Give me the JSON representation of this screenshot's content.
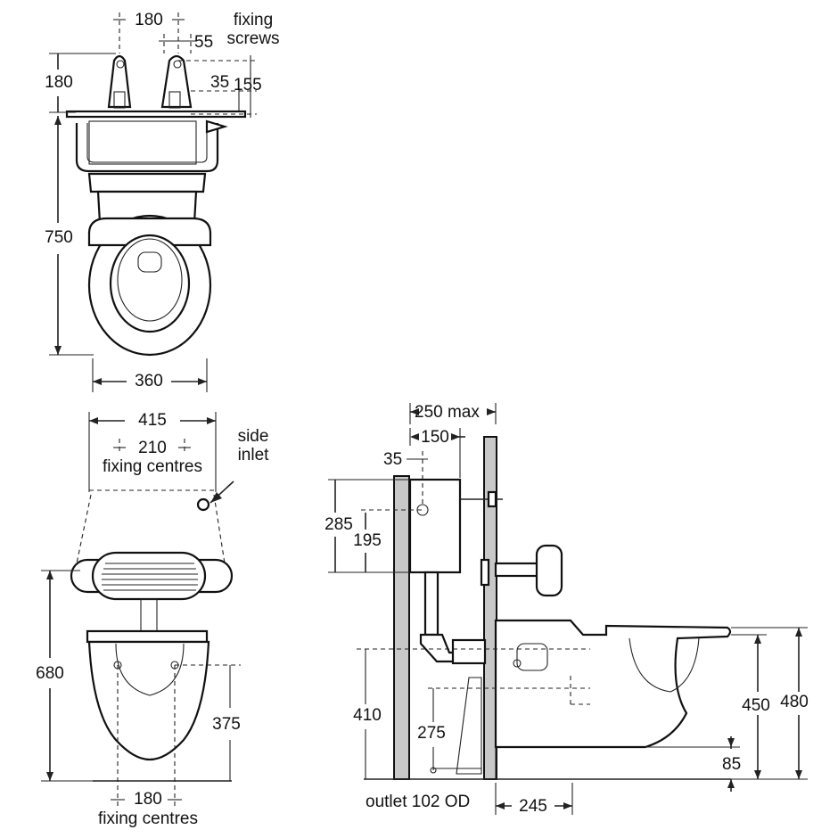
{
  "top_view": {
    "dim_180_top": "180",
    "fixing_screws_line1": "fixing",
    "fixing_screws_line2": "screws",
    "dim_55": "55",
    "dim_180_left": "180",
    "dim_35": "35",
    "dim_155": "155",
    "dim_750": "750",
    "dim_360": "360"
  },
  "front_view": {
    "dim_415": "415",
    "dim_210": "210",
    "fixing_centres_top": "fixing centres",
    "side_inlet_line1": "side",
    "side_inlet_line2": "inlet",
    "dim_680": "680",
    "dim_375": "375",
    "dim_180_bottom": "180",
    "fixing_centres_bottom": "fixing centres"
  },
  "side_view": {
    "dim_250_max": "250 max",
    "dim_150": "150",
    "dim_35": "35",
    "dim_285": "285",
    "dim_195": "195",
    "dim_410": "410",
    "dim_275": "275",
    "dim_450": "450",
    "dim_480": "480",
    "dim_85": "85",
    "outlet": "outlet 102 OD",
    "dim_245": "245"
  }
}
